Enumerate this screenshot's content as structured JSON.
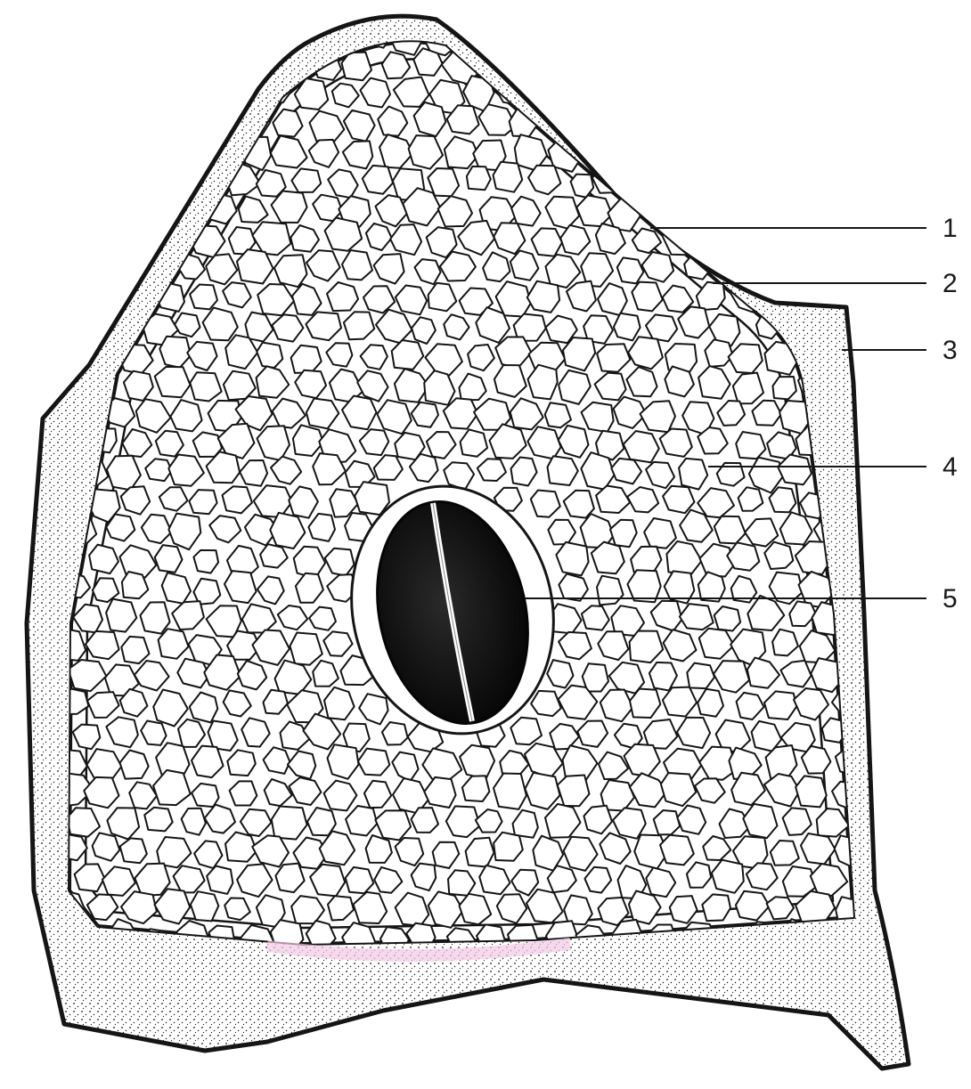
{
  "diagram": {
    "callouts": [
      {
        "id": "1",
        "text": "1"
      },
      {
        "id": "2",
        "text": "2"
      },
      {
        "id": "3",
        "text": "3"
      },
      {
        "id": "4",
        "text": "4"
      },
      {
        "id": "5",
        "text": "5"
      }
    ],
    "colors": {
      "ink": "#151515",
      "background": "#ffffff",
      "tint": "#f3c9e6"
    }
  }
}
